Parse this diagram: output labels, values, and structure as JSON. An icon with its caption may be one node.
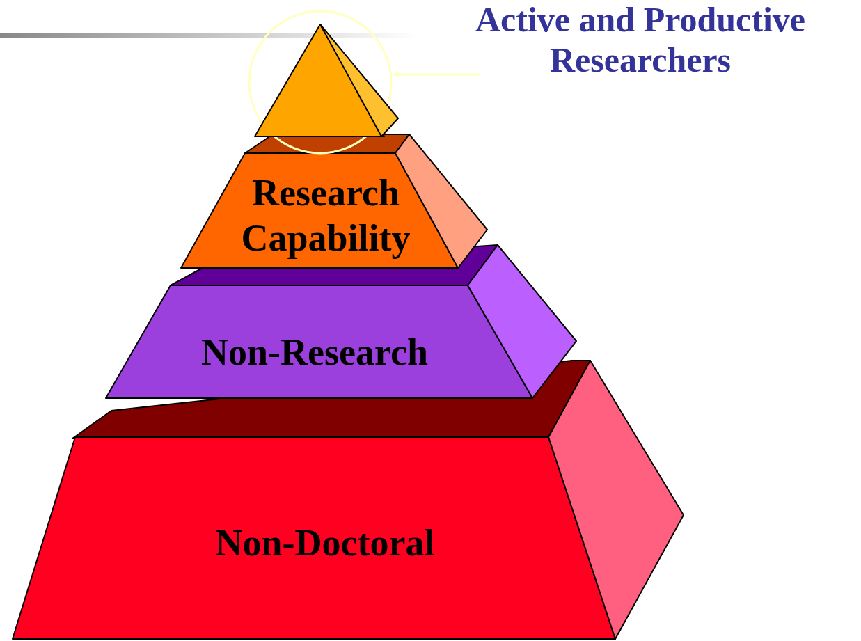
{
  "diagram": {
    "nodes": [
      {
        "text": [
          "Active and Productive Researchers"
        ]
      },
      {
        "text": [],
        "shape": "circle"
      },
      {
        "text": [],
        "shape": "triangle",
        "in": 1
      },
      {
        "text": [
          "Research Capability"
        ]
      },
      {
        "text": [
          "Non-Research"
        ]
      },
      {
        "text": [
          "Non-Doctoral"
        ]
      }
    ],
    "edges": [
      {
        "from": 0,
        "to": 1,
        "arrow": "to"
      }
    ]
  }
}
